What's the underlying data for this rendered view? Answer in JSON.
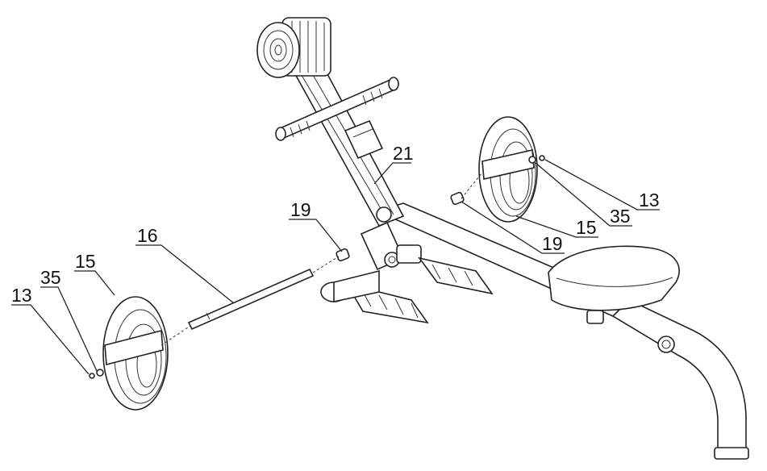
{
  "diagram": {
    "callouts": [
      {
        "id": "c21",
        "label": "21"
      },
      {
        "id": "c19a",
        "label": "19"
      },
      {
        "id": "c16",
        "label": "16"
      },
      {
        "id": "c15a",
        "label": "15"
      },
      {
        "id": "c35a",
        "label": "35"
      },
      {
        "id": "c13a",
        "label": "13"
      },
      {
        "id": "c13b",
        "label": "13"
      },
      {
        "id": "c35b",
        "label": "35"
      },
      {
        "id": "c15b",
        "label": "15"
      },
      {
        "id": "c19b",
        "label": "19"
      }
    ]
  }
}
